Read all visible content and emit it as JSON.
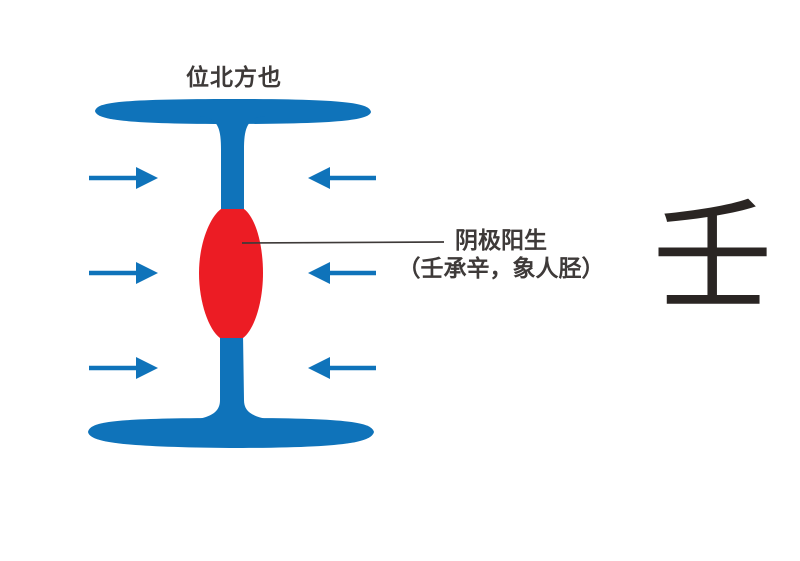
{
  "page": {
    "background": "#ffffff"
  },
  "colors": {
    "blue": "#0f73ba",
    "red": "#ec1c24",
    "ink": "#3e3a39",
    "character_ink": "#2a2523"
  },
  "diagram": {
    "top_label": "位北方也",
    "annotation": {
      "line1": "阴极阳生",
      "line2": "（壬承辛，象人胫）"
    },
    "big_character": "壬",
    "shapes": {
      "pictograph": "I-beam / spindle shape: blue flared top bar, narrow blue stem, red swollen belly at center, blue stem, blue flared bottom bar",
      "belly_color_meaning": "red bulge marks 阴极阳生 (yin peak, yang born)",
      "arrows": {
        "left_count": 3,
        "left_direction": "right",
        "right_count": 3,
        "right_direction": "left"
      },
      "callout": "thin dark line from center of red bulge to annotation text"
    }
  }
}
